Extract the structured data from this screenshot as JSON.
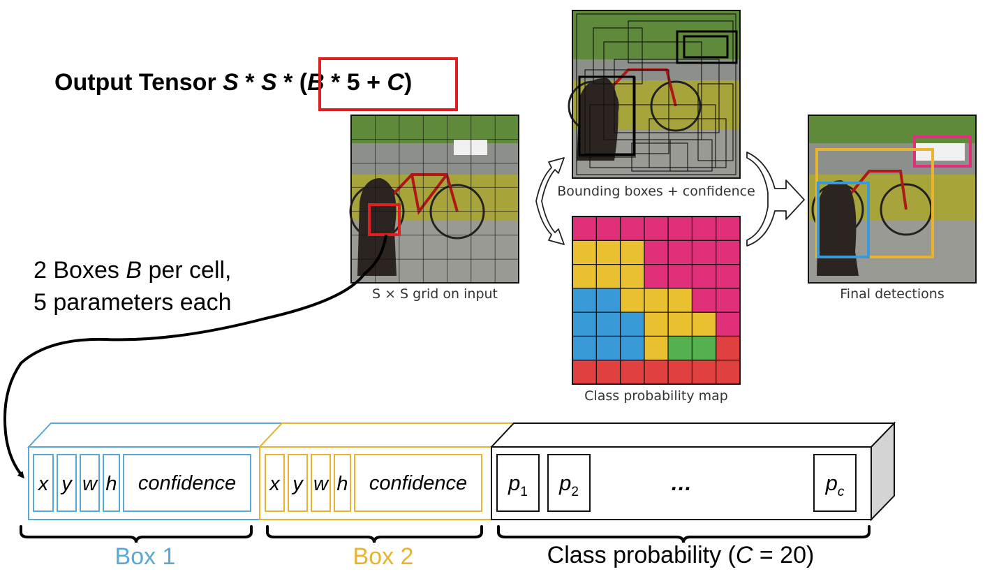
{
  "title": {
    "prefix": "Output Tensor ",
    "s1": "S",
    "op1": " * ",
    "s2": "S",
    "op2": " * ",
    "highlight_open": "(",
    "b": "B",
    "mid": " * 5 + ",
    "c": "C",
    "highlight_close": ")"
  },
  "annotation": {
    "line1_a": "2 Boxes ",
    "line1_b": "B",
    "line1_c": " per cell,",
    "line2": "5 parameters each"
  },
  "captions": {
    "grid": "S × S grid on input",
    "boxes": "Bounding boxes + confidence",
    "classmap": "Class probability map",
    "final": "Final detections"
  },
  "box1": {
    "fields": [
      "x",
      "y",
      "w",
      "h",
      "confidence"
    ],
    "label": "Box 1",
    "color": "#5aa8d6"
  },
  "box2": {
    "fields": [
      "x",
      "y",
      "w",
      "h",
      "confidence"
    ],
    "label": "Box 2",
    "color": "#e8b430"
  },
  "classes": {
    "p1": "p",
    "p1_sub": "1",
    "p2": "p",
    "p2_sub": "2",
    "ellipsis": "…",
    "pc": "p",
    "pc_sub": "c",
    "label_a": "Class probability (",
    "label_b": "C",
    "label_c": " = 20)"
  },
  "colors": {
    "highlight": "#e02020",
    "magenta": "#e0307a",
    "yellow": "#e8c030",
    "blue": "#3a9ad8",
    "green": "#55b050",
    "red": "#e04040",
    "olive": "#b5ab3a"
  }
}
